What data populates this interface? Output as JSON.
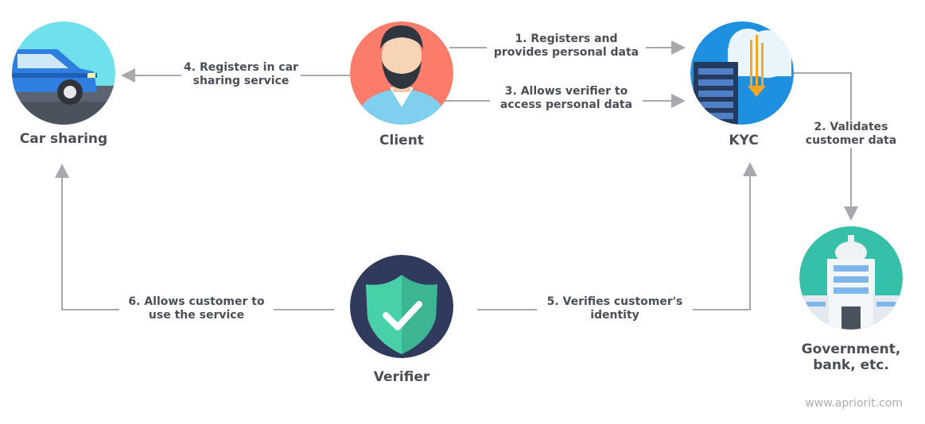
{
  "nodes": {
    "car_sharing": {
      "label": "Car sharing"
    },
    "client": {
      "label": "Client"
    },
    "kyc": {
      "label": "KYC"
    },
    "government": {
      "label": "Government,\nbank, etc."
    },
    "verifier": {
      "label": "Verifier"
    }
  },
  "edges": {
    "e1": {
      "label": "1. Registers and\nprovides personal data"
    },
    "e2": {
      "label": "2. Validates\ncustomer data"
    },
    "e3": {
      "label": "3. Allows verifier to\naccess personal data"
    },
    "e4": {
      "label": "4. Registers in car\nsharing service"
    },
    "e5": {
      "label": "5. Verifies customer's\nidentity"
    },
    "e6": {
      "label": "6. Allows customer to\nuse the service"
    }
  },
  "watermark": "www.apriorit.com",
  "colors": {
    "arrow": "#a7a9ac",
    "text": "#4a4f57"
  }
}
